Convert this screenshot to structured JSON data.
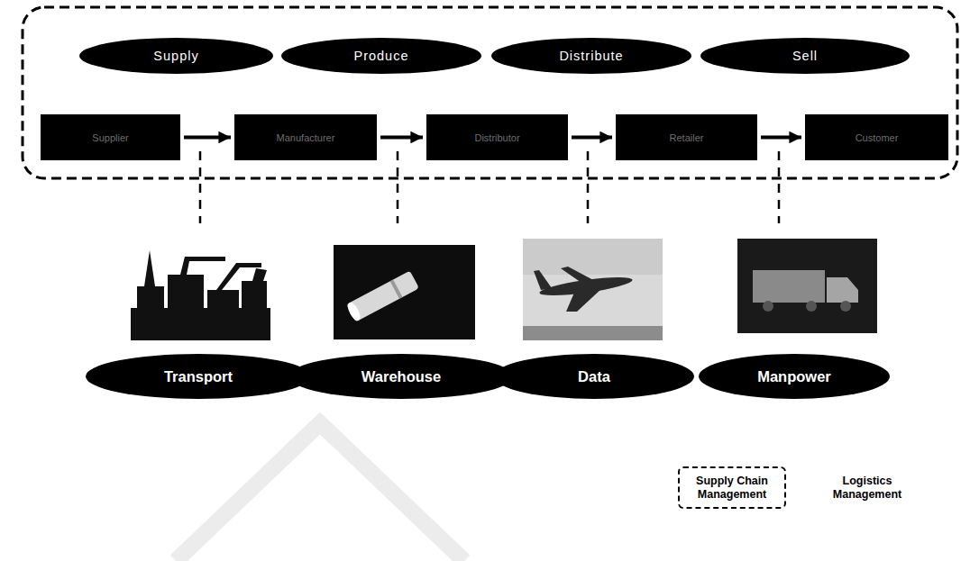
{
  "diagram": {
    "nodes": [
      {
        "text": [
          "Supply"
        ]
      },
      {
        "text": [
          "Produce"
        ]
      },
      {
        "text": [
          "Distribute"
        ]
      },
      {
        "text": [
          "Sell"
        ]
      },
      {
        "text": [
          "Supplier"
        ]
      },
      {
        "text": [
          "Manufacturer"
        ]
      },
      {
        "text": [
          "Distributor"
        ]
      },
      {
        "text": [
          "Retailer"
        ]
      },
      {
        "text": [
          "Customer"
        ]
      },
      {
        "text": [
          "Transport"
        ]
      },
      {
        "text": [
          "Warehouse"
        ]
      },
      {
        "text": [
          "Data"
        ]
      },
      {
        "text": [
          "Manpower"
        ]
      }
    ],
    "edges": [
      {
        "from": 4,
        "to": 5,
        "arrow": "to"
      },
      {
        "from": 5,
        "to": 6,
        "arrow": "to"
      },
      {
        "from": 6,
        "to": 7,
        "arrow": "to"
      },
      {
        "from": 7,
        "to": 8,
        "arrow": "to"
      }
    ],
    "legend": [
      {
        "text": "Supply Chain Management"
      },
      {
        "text": "Logistics Management"
      }
    ]
  }
}
